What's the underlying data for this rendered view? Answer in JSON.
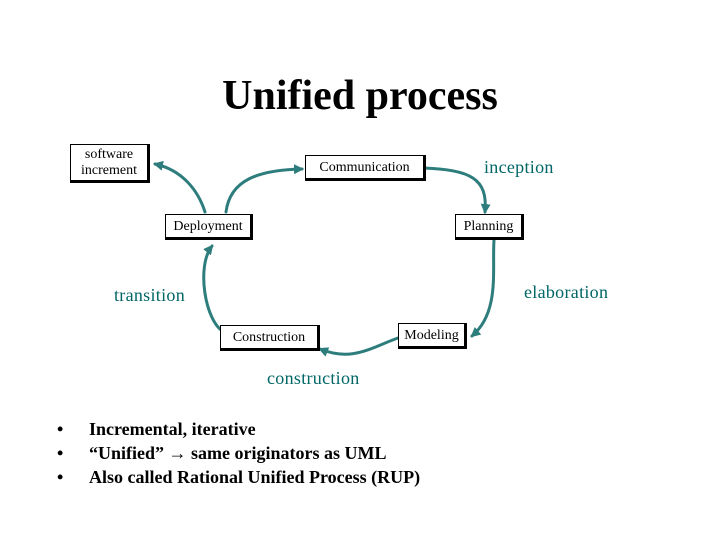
{
  "title": "Unified process",
  "nodes": {
    "software_increment": "software increment",
    "communication": "Communication",
    "deployment": "Deployment",
    "planning": "Planning",
    "construction": "Construction",
    "modeling": "Modeling"
  },
  "phases": {
    "inception": "inception",
    "elaboration": "elaboration",
    "construction": "construction",
    "transition": "transition"
  },
  "bullet_glyph": "•",
  "arrow_glyph": "→",
  "bullets": {
    "item1": "Incremental, iterative",
    "item2_before": "“Unified”",
    "item2_after": "same originators as UML",
    "item3": "Also called Rational Unified Process (RUP)"
  },
  "colors": {
    "arrow": "#2e7d7d",
    "phase_text": "#006666",
    "node_border": "#000000"
  }
}
